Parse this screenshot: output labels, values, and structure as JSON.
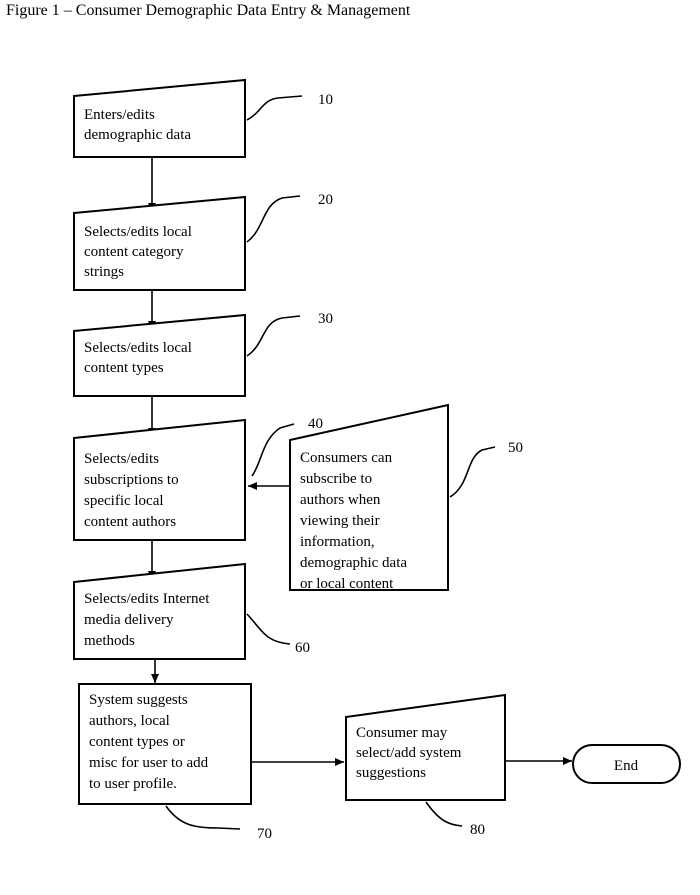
{
  "title": "Figure 1 – Consumer Demographic Data Entry & Management",
  "steps": [
    {
      "ref": "10",
      "lines": [
        "Enters/edits",
        "demographic data"
      ]
    },
    {
      "ref": "20",
      "lines": [
        "Selects/edits local",
        "content category",
        "strings"
      ]
    },
    {
      "ref": "30",
      "lines": [
        "Selects/edits local",
        "content types"
      ]
    },
    {
      "ref": "40",
      "lines": [
        "Selects/edits",
        "subscriptions to",
        "specific local",
        "content authors"
      ]
    },
    {
      "ref": "50",
      "lines": [
        "Consumers can",
        "subscribe to",
        "authors when",
        "viewing their",
        "information,",
        "demographic data",
        "or local content"
      ]
    },
    {
      "ref": "60",
      "lines": [
        "Selects/edits Internet",
        "media delivery",
        "methods"
      ]
    },
    {
      "ref": "70",
      "lines": [
        "System suggests",
        "authors, local",
        "content types or",
        "misc for user to add",
        "to user profile."
      ]
    },
    {
      "ref": "80",
      "lines": [
        "Consumer may",
        "select/add system",
        "suggestions"
      ]
    }
  ],
  "end_label": "End"
}
